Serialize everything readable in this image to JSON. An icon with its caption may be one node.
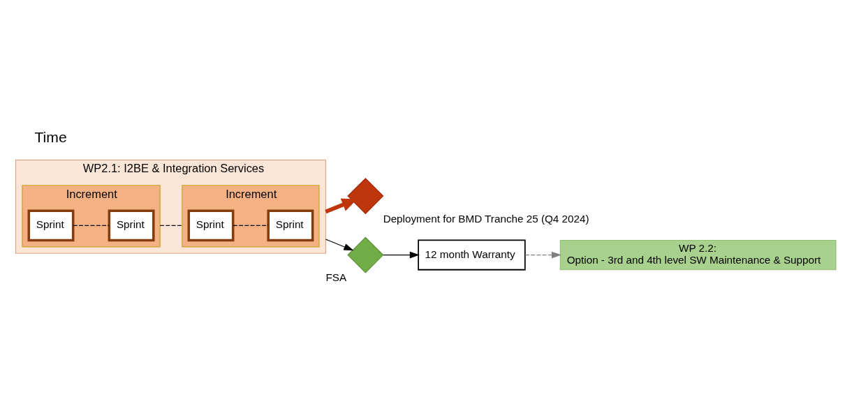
{
  "diagram": {
    "nodes": [
      {
        "text": [
          "WP2.1: I2BE & Integration Services"
        ]
      },
      {
        "text": [
          "Increment"
        ],
        "in": 0
      },
      {
        "text": [
          "Sprint"
        ],
        "in": 1
      },
      {
        "text": [
          "Sprint"
        ],
        "in": 1
      },
      {
        "text": [
          "Increment"
        ],
        "in": 0
      },
      {
        "text": [
          "Sprint"
        ],
        "in": 4
      },
      {
        "text": [
          "Sprint"
        ],
        "in": 4
      },
      {
        "text": [],
        "shape": "diamond",
        "beside": [
          "Deployment for BMD Tranche 25 (Q4 2024)"
        ]
      },
      {
        "text": [],
        "shape": "diamond",
        "beside": [
          "FSA"
        ]
      },
      {
        "text": [
          "12 month Warranty"
        ]
      },
      {
        "text": [
          "WP 2.2:",
          "Option - 3rd and 4th level SW Maintenance & Support"
        ]
      }
    ],
    "edges": [
      {
        "from": 2,
        "to": 3,
        "arrow": "none",
        "style": "dashed"
      },
      {
        "from": 1,
        "to": 4,
        "arrow": "none",
        "style": "dashed"
      },
      {
        "from": 5,
        "to": 6,
        "arrow": "none",
        "style": "dashed"
      },
      {
        "from": 0,
        "to": 7,
        "arrow": "to",
        "style": "thick",
        "color": "#c0360c"
      },
      {
        "from": 0,
        "to": 8,
        "arrow": "to"
      },
      {
        "from": 8,
        "to": 9,
        "arrow": "to"
      },
      {
        "from": 9,
        "to": 10,
        "arrow": "to",
        "style": "dashed",
        "color": "#808080"
      }
    ],
    "labels": [
      "Time"
    ]
  }
}
